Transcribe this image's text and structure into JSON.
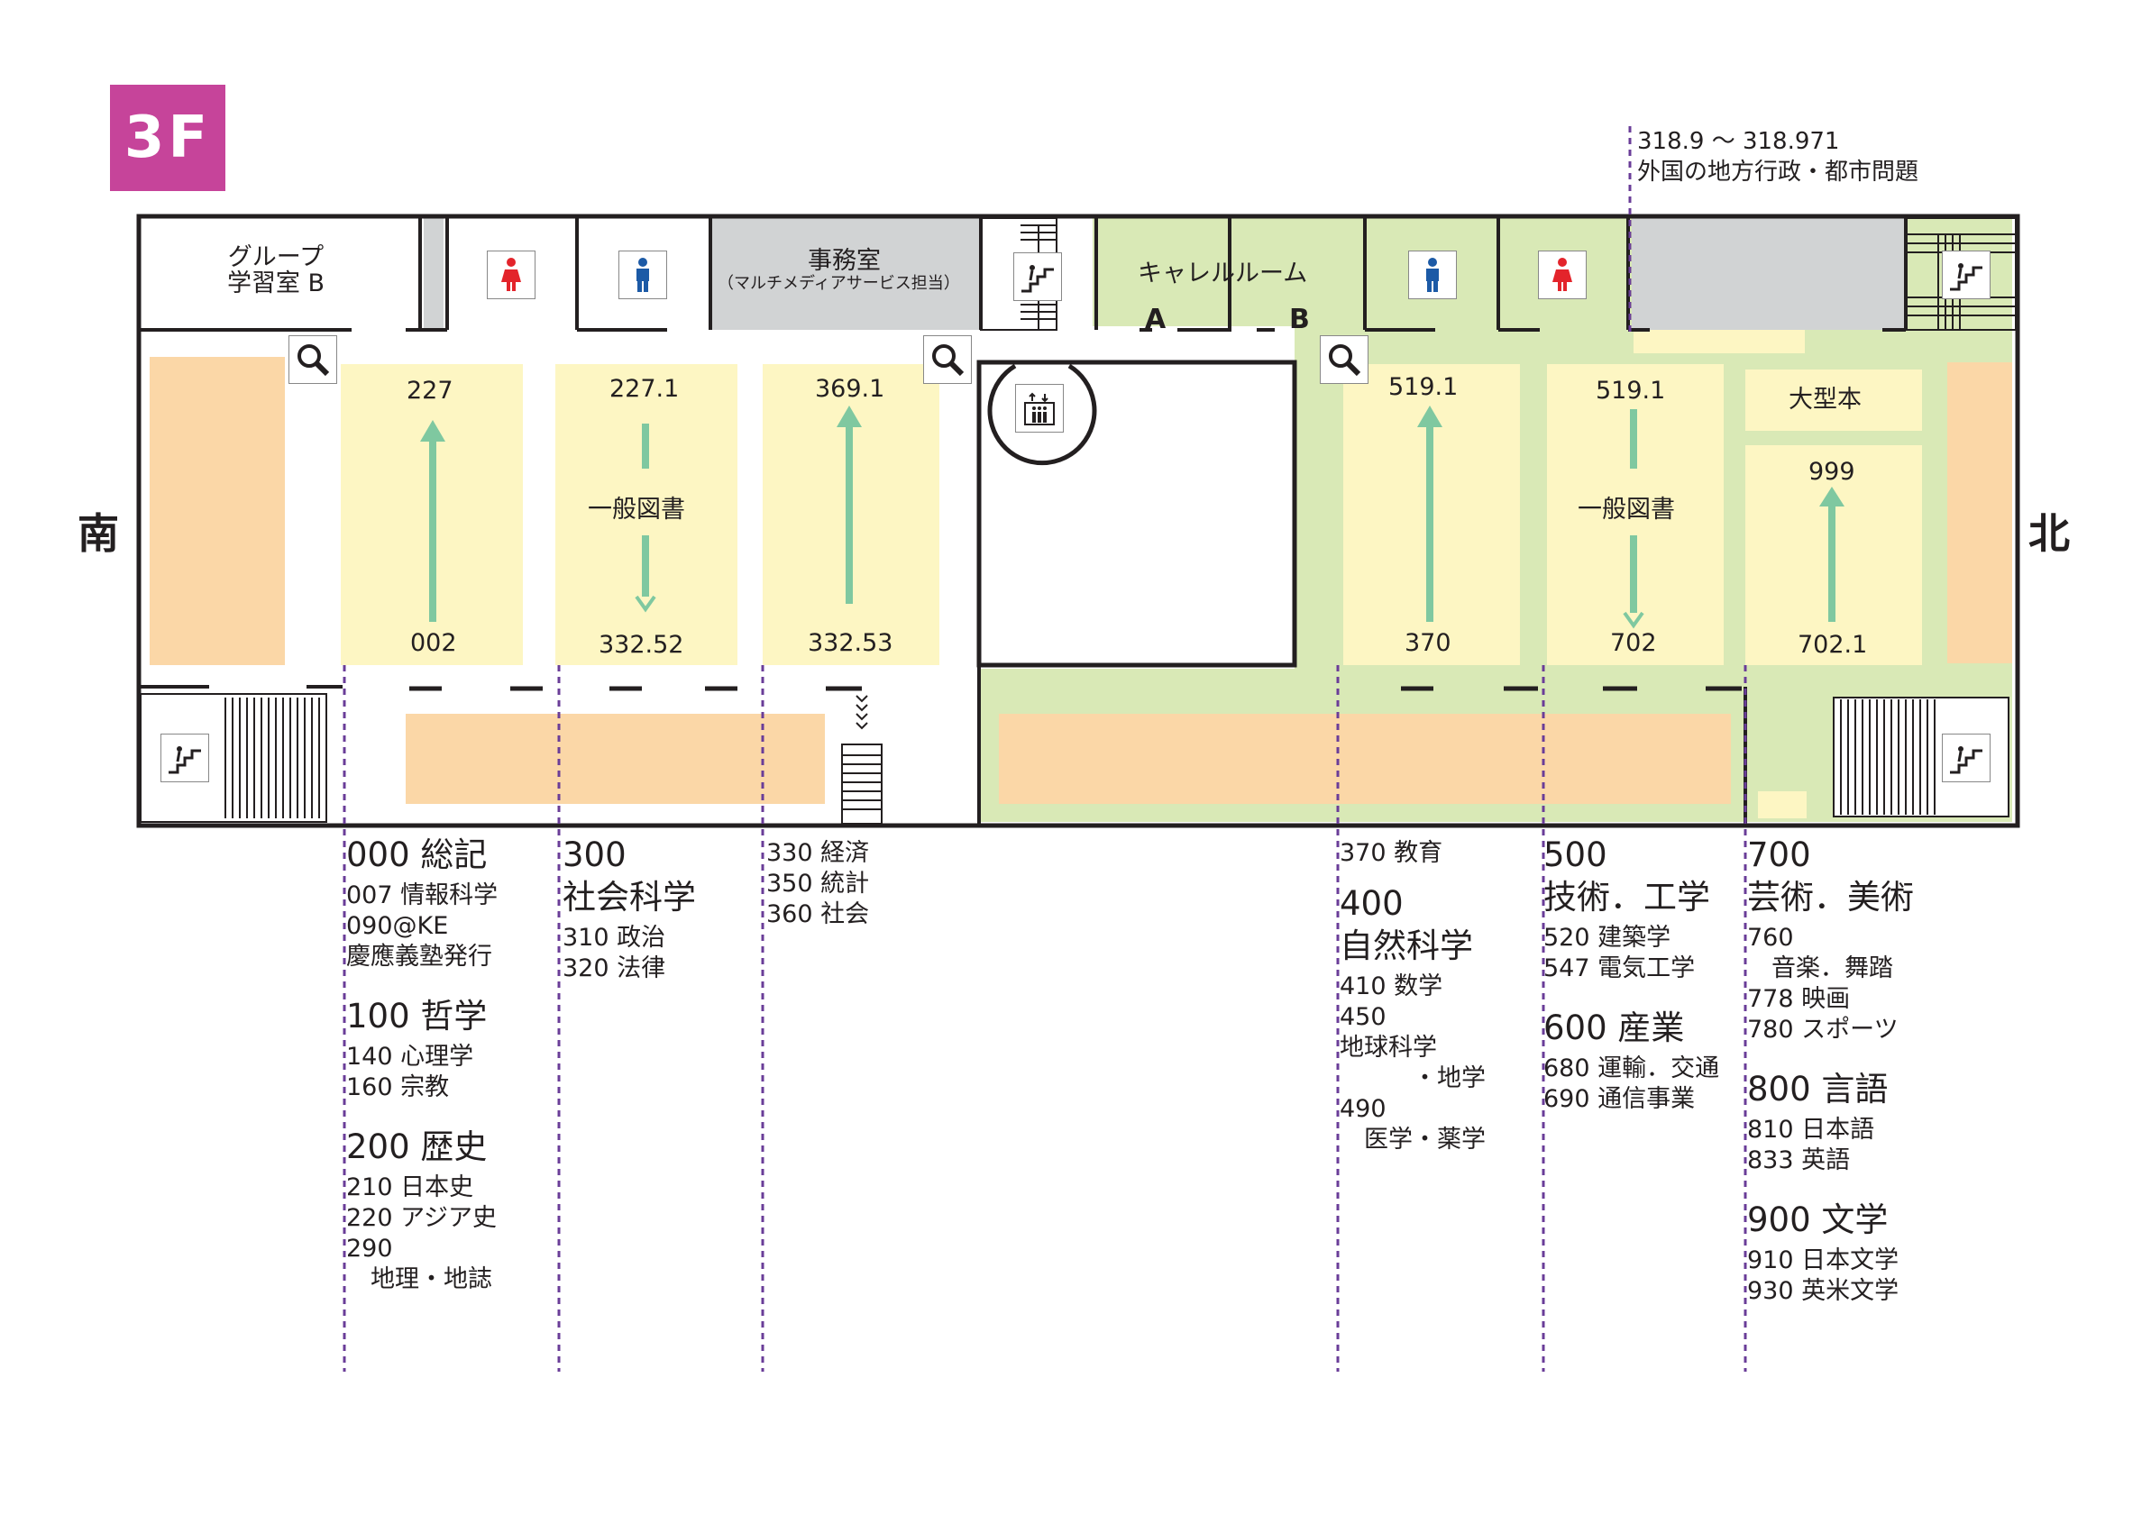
{
  "floor": "3F",
  "directions": {
    "south": "南",
    "north": "北"
  },
  "rooms": {
    "group_study": [
      "グループ",
      "学習室 B"
    ],
    "office": "事務室",
    "office_sub": "（マルチメディアサービス担当）",
    "carrel": "キャレルルーム",
    "carrel_a": "A",
    "carrel_b": "B",
    "oversize": "大型本"
  },
  "stacks": [
    {
      "top": "227",
      "bottom": "002",
      "mid": "",
      "arrow": "up"
    },
    {
      "top": "227.1",
      "bottom": "332.52",
      "mid": "一般図書",
      "arrow": "down"
    },
    {
      "top": "369.1",
      "bottom": "332.53",
      "mid": "",
      "arrow": "up"
    },
    {
      "top": "519.1",
      "bottom": "370",
      "mid": "",
      "arrow": "up"
    },
    {
      "top": "519.1",
      "bottom": "702",
      "mid": "一般図書",
      "arrow": "down"
    },
    {
      "top": "999",
      "bottom": "702.1",
      "mid": "",
      "arrow": "up"
    }
  ],
  "top_note": [
    "318.9 〜 318.971",
    "外国の地方行政・都市問題"
  ],
  "legend": {
    "col1": {
      "sections": [
        {
          "title": "000 総記",
          "items": [
            "007 情報科学",
            "090@KE",
            "慶應義塾発行"
          ]
        },
        {
          "title": "100 哲学",
          "items": [
            "140 心理学",
            "160 宗教"
          ]
        },
        {
          "title": "200 歴史",
          "items": [
            "210 日本史",
            "220 アジア史",
            "290",
            "　地理・地誌"
          ]
        }
      ]
    },
    "col2": {
      "sections": [
        {
          "title": "300",
          "title2": "社会科学",
          "items": [
            "310 政治",
            "320 法律"
          ]
        }
      ]
    },
    "col3": {
      "items": [
        "330 経済",
        "350 統計",
        "360 社会"
      ]
    },
    "col4": {
      "first": "370 教育",
      "sections": [
        {
          "title": "400",
          "title2": "自然科学",
          "items": [
            "410 数学",
            "450",
            "地球科学",
            "　　　・地学",
            "490",
            "　医学・薬学"
          ]
        }
      ]
    },
    "col5": {
      "sections": [
        {
          "title": "500",
          "title2": "技術．工学",
          "items": [
            "520 建築学",
            "547 電気工学"
          ]
        },
        {
          "title": "600 産業",
          "items": [
            "680 運輸．交通",
            "690 通信事業"
          ]
        }
      ]
    },
    "col6": {
      "sections": [
        {
          "title": "700",
          "title2": "芸術．美術",
          "items": [
            "760",
            "　音楽．舞踏",
            "778 映画",
            "780 スポーツ"
          ]
        },
        {
          "title": "800 言語",
          "items": [
            "810 日本語",
            "833 英語"
          ]
        },
        {
          "title": "900 文学",
          "items": [
            "910 日本文学",
            "930 英米文学"
          ]
        }
      ]
    }
  },
  "colors": {
    "stack": "#fdf6c3",
    "seating": "#fbd7a7",
    "green_zone": "#d9e9b6",
    "office": "#d1d3d4",
    "badge": "#c6449a",
    "arrow": "#7fc8a0",
    "divider": "#6a3d98"
  },
  "icons": [
    "search-icon",
    "male-restroom-icon",
    "female-restroom-icon",
    "stairs-icon",
    "elevator-icon"
  ]
}
